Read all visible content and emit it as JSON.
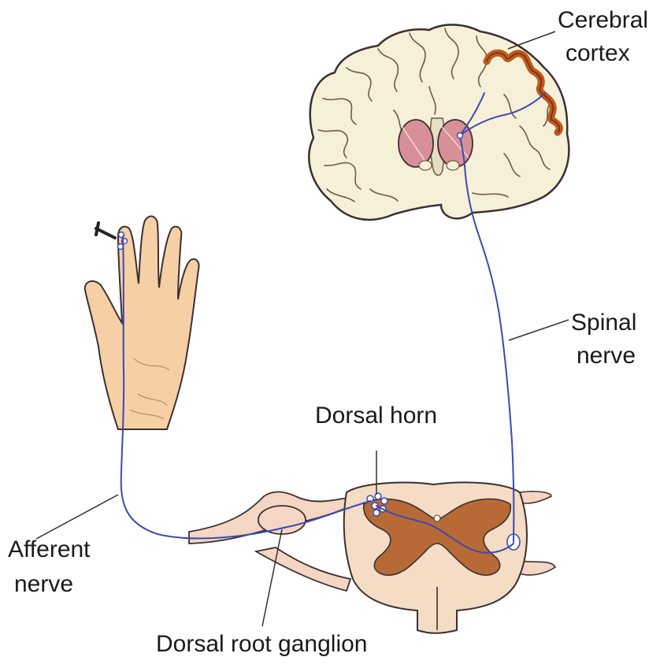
{
  "labels": {
    "cerebral_cortex_line1": "Cerebral",
    "cerebral_cortex_line2": "cortex",
    "spinal_nerve_line1": "Spinal",
    "spinal_nerve_line2": "nerve",
    "dorsal_horn": "Dorsal horn",
    "afferent_nerve_line1": "Afferent",
    "afferent_nerve_line2": "nerve",
    "dorsal_root_ganglion": "Dorsal root ganglion"
  },
  "colors": {
    "nerve_pathway": "#3a4bb0",
    "cortex": "#c0581b",
    "brain_tissue": "#f7f0d8",
    "thalamus": "#d89098",
    "skin": "#f6cfa5",
    "grey_matter": "#b86a36",
    "white_matter": "#f4dcc5",
    "nerve_root": "#f5d6c4",
    "outline": "#3a3030"
  }
}
